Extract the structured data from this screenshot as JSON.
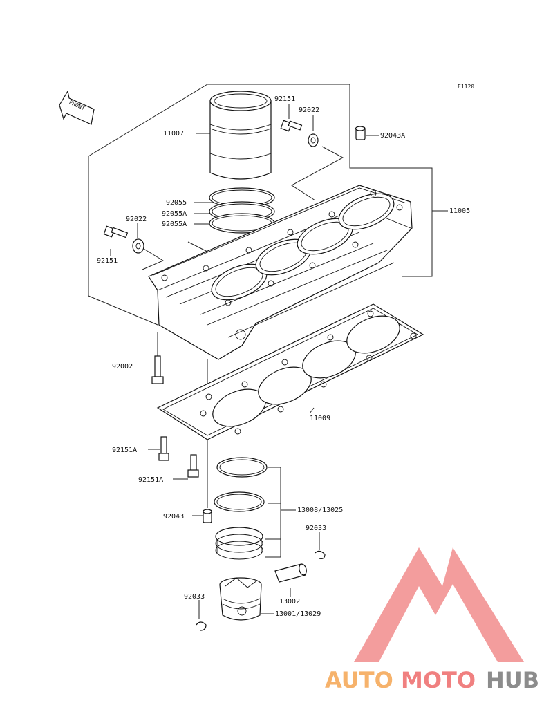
{
  "diagram_code": "E1120",
  "front_label": "FRONT",
  "parts": {
    "p11007": "11007",
    "p92151_top": "92151",
    "p92022_top": "92022",
    "p92043A": "92043A",
    "p92055": "92055",
    "p92055A_1": "92055A",
    "p92055A_2": "92055A",
    "p11005": "11005",
    "p92022_left": "92022",
    "p92151_left": "92151",
    "p92002": "92002",
    "p11009": "11009",
    "p92151A_1": "92151A",
    "p92151A_2": "92151A",
    "p92043": "92043",
    "p13008": "13008/13025",
    "p92033_right": "92033",
    "p13002": "13002",
    "p92033_left": "92033",
    "p13001": "13001/13029"
  },
  "watermark": {
    "part1": "AUTO",
    "part2": "MOTO",
    "part3": "HUB",
    "color1": "#f6b26b",
    "color2": "#f08080",
    "color3": "#8c8c8c",
    "logo_color": "#f08080"
  }
}
